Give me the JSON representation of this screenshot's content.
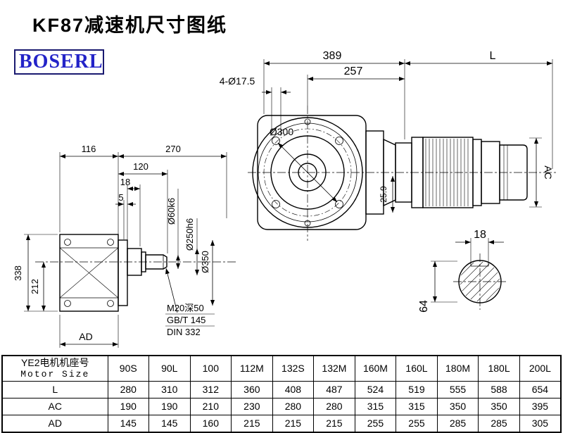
{
  "page": {
    "title": "KF87减速机尺寸图纸",
    "brand": "BOSERL"
  },
  "drawing": {
    "overall_389": "389",
    "motor_L": "L",
    "dim_257": "257",
    "mounting_holes": "4-Ø17.5",
    "bolt_circle": "Ø300",
    "dim_116": "116",
    "dim_270": "270",
    "dim_120": "120",
    "dim_18_left": "18",
    "dim_5": "5",
    "dim_338": "338",
    "dim_212": "212",
    "ad_label": "AD",
    "shaft_dia": "Ø60k6",
    "spigot_dia": "Ø250h6",
    "flange_dia": "Ø350",
    "dim_25_9": "25.9",
    "ac_label": "AC",
    "key_width_18": "18",
    "dim_64": "64",
    "tap_line1": "M20深50",
    "tap_line2": "GB/T 145",
    "tap_line3": "DIN 332"
  },
  "table": {
    "header_cn": "YE2电机机座号",
    "header_en": "Motor Size",
    "columns": [
      "90S",
      "90L",
      "100",
      "112M",
      "132S",
      "132M",
      "160M",
      "160L",
      "180M",
      "180L",
      "200L"
    ],
    "rows": [
      {
        "label": "L",
        "values": [
          "280",
          "310",
          "312",
          "360",
          "408",
          "487",
          "524",
          "519",
          "555",
          "588",
          "654"
        ]
      },
      {
        "label": "AC",
        "values": [
          "190",
          "190",
          "210",
          "230",
          "280",
          "280",
          "315",
          "315",
          "350",
          "350",
          "395"
        ]
      },
      {
        "label": "AD",
        "values": [
          "145",
          "145",
          "160",
          "215",
          "215",
          "215",
          "255",
          "255",
          "285",
          "285",
          "305"
        ]
      }
    ]
  }
}
